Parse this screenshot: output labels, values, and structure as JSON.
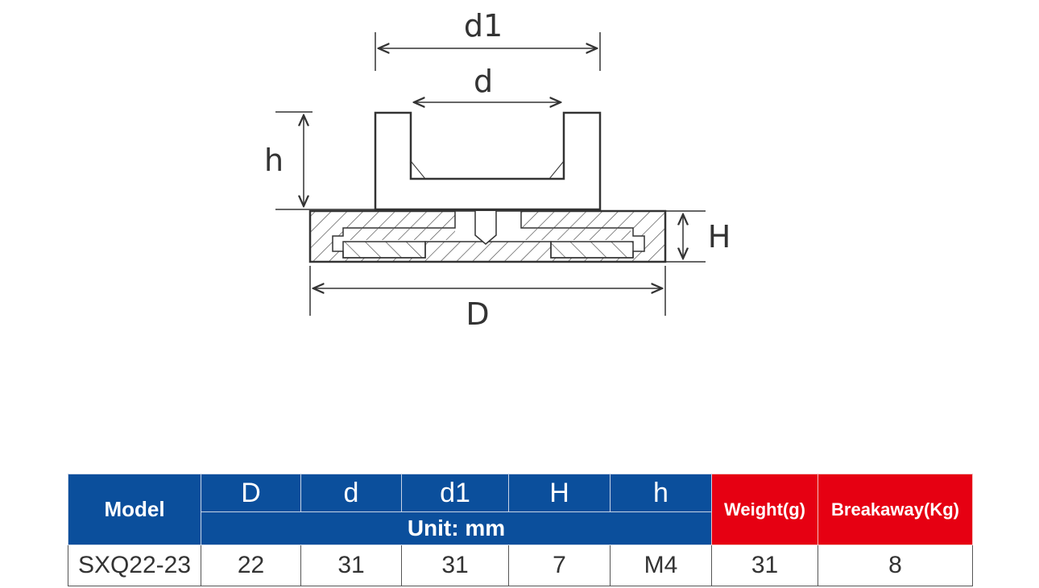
{
  "diagram": {
    "labels": {
      "d1": "d1",
      "d": "d",
      "h": "h",
      "H": "H",
      "D": "D"
    }
  },
  "table": {
    "headers": {
      "model": "Model",
      "D": "D",
      "d": "d",
      "d1": "d1",
      "H": "H",
      "h": "h",
      "unit": "Unit:  mm",
      "weight": "Weight(g)",
      "breakaway": "Breakaway(Kg)"
    },
    "rows": [
      {
        "model": "SXQ22-23",
        "D": "22",
        "d": "31",
        "d1": "31",
        "H": "7",
        "h": "M4",
        "weight": "31",
        "breakaway": "8"
      }
    ]
  },
  "colors": {
    "header_blue": "#0b4f9c",
    "header_red": "#e60012"
  }
}
